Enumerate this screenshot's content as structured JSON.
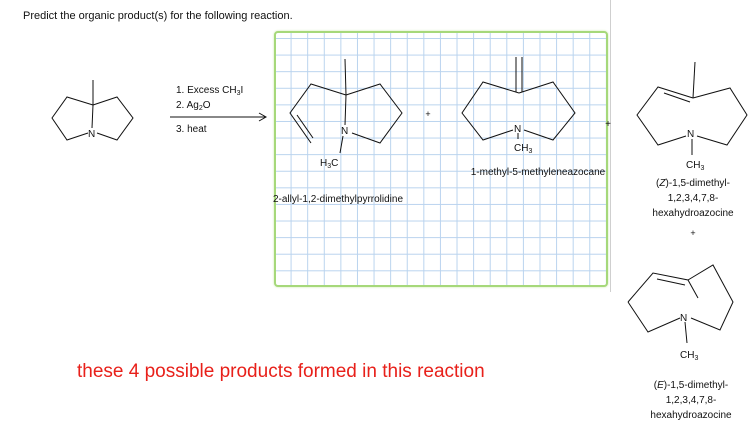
{
  "question": "Predict the organic product(s) for the following reaction.",
  "reagents": {
    "step1": {
      "text": "1. Excess CH",
      "sub": "3",
      "tail": "I"
    },
    "step2": {
      "text": "2. Ag",
      "sub": "2",
      "tail": "O"
    },
    "step3": "3. heat"
  },
  "atoms": {
    "N": "N",
    "H": "H",
    "C": "C",
    "CH": "CH",
    "three": "3"
  },
  "plus": "+",
  "products": [
    {
      "name": "2-allyl-1,2-dimethylpyrrolidine"
    },
    {
      "name": "1-methyl-5-methyleneazocane"
    },
    {
      "name_prefix": "(",
      "stereo": "Z",
      "name_lines": [
        ")-1,5-dimethyl-",
        "1,2,3,4,7,8-",
        "hexahydroazocine"
      ]
    },
    {
      "name_prefix": "(",
      "stereo": "E",
      "name_lines": [
        ")-1,5-dimethyl-",
        "1,2,3,4,7,8-",
        "hexahydroazocine"
      ]
    }
  ],
  "annotation": "these 4 possible products formed in this reaction",
  "colors": {
    "annotation": "#e8201a",
    "grid_border": "#a6d87a",
    "grid_lines": "#b9d3ee"
  }
}
